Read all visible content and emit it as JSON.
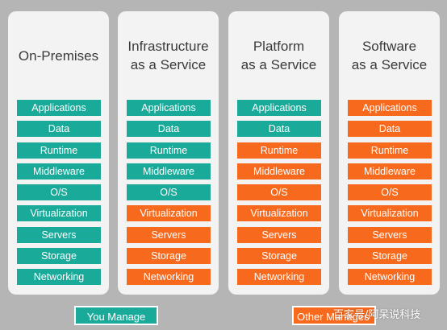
{
  "columns": [
    {
      "title": "On-Premises",
      "layers": [
        {
          "label": "Applications",
          "managed_by": "you"
        },
        {
          "label": "Data",
          "managed_by": "you"
        },
        {
          "label": "Runtime",
          "managed_by": "you"
        },
        {
          "label": "Middleware",
          "managed_by": "you"
        },
        {
          "label": "O/S",
          "managed_by": "you"
        },
        {
          "label": "Virtualization",
          "managed_by": "you"
        },
        {
          "label": "Servers",
          "managed_by": "you"
        },
        {
          "label": "Storage",
          "managed_by": "you"
        },
        {
          "label": "Networking",
          "managed_by": "you"
        }
      ]
    },
    {
      "title": "Infrastructure\nas a Service",
      "layers": [
        {
          "label": "Applications",
          "managed_by": "you"
        },
        {
          "label": "Data",
          "managed_by": "you"
        },
        {
          "label": "Runtime",
          "managed_by": "you"
        },
        {
          "label": "Middleware",
          "managed_by": "you"
        },
        {
          "label": "O/S",
          "managed_by": "you"
        },
        {
          "label": "Virtualization",
          "managed_by": "other"
        },
        {
          "label": "Servers",
          "managed_by": "other"
        },
        {
          "label": "Storage",
          "managed_by": "other"
        },
        {
          "label": "Networking",
          "managed_by": "other"
        }
      ]
    },
    {
      "title": "Platform\nas a Service",
      "layers": [
        {
          "label": "Applications",
          "managed_by": "you"
        },
        {
          "label": "Data",
          "managed_by": "you"
        },
        {
          "label": "Runtime",
          "managed_by": "other"
        },
        {
          "label": "Middleware",
          "managed_by": "other"
        },
        {
          "label": "O/S",
          "managed_by": "other"
        },
        {
          "label": "Virtualization",
          "managed_by": "other"
        },
        {
          "label": "Servers",
          "managed_by": "other"
        },
        {
          "label": "Storage",
          "managed_by": "other"
        },
        {
          "label": "Networking",
          "managed_by": "other"
        }
      ]
    },
    {
      "title": "Software\nas a Service",
      "layers": [
        {
          "label": "Applications",
          "managed_by": "other"
        },
        {
          "label": "Data",
          "managed_by": "other"
        },
        {
          "label": "Runtime",
          "managed_by": "other"
        },
        {
          "label": "Middleware",
          "managed_by": "other"
        },
        {
          "label": "O/S",
          "managed_by": "other"
        },
        {
          "label": "Virtualization",
          "managed_by": "other"
        },
        {
          "label": "Servers",
          "managed_by": "other"
        },
        {
          "label": "Storage",
          "managed_by": "other"
        },
        {
          "label": "Networking",
          "managed_by": "other"
        }
      ]
    }
  ],
  "legend": {
    "you_label": "You Manage",
    "other_label": "Other Manages"
  },
  "watermark": "百家号/阿呆说科技",
  "colors": {
    "you": "#1aaa9a",
    "other": "#f76a1e",
    "background": "#b5b5b5",
    "panel": "#f3f3f3"
  }
}
